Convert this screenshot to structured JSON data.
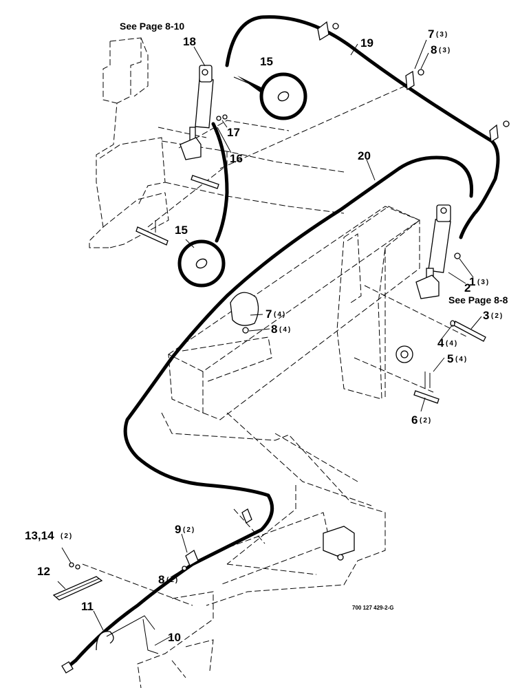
{
  "references": {
    "see_page_8_10": "See Page 8-10",
    "see_page_8_8": "See Page 8-8"
  },
  "figure_number": "700 127 429-2-G",
  "callouts": [
    {
      "id": "c1",
      "number": "1",
      "qty": "(3)"
    },
    {
      "id": "c2",
      "number": "2",
      "qty": ""
    },
    {
      "id": "c3",
      "number": "3",
      "qty": "(2)"
    },
    {
      "id": "c4",
      "number": "4",
      "qty": "(4)"
    },
    {
      "id": "c5",
      "number": "5",
      "qty": "(4)"
    },
    {
      "id": "c6",
      "number": "6",
      "qty": "(2)"
    },
    {
      "id": "c7a",
      "number": "7",
      "qty": "(3)"
    },
    {
      "id": "c7b",
      "number": "7",
      "qty": "(4)"
    },
    {
      "id": "c8a",
      "number": "8",
      "qty": "(3)"
    },
    {
      "id": "c8b",
      "number": "8",
      "qty": "(4)"
    },
    {
      "id": "c8c",
      "number": "8",
      "qty": "(2)"
    },
    {
      "id": "c9",
      "number": "9",
      "qty": "(2)"
    },
    {
      "id": "c10",
      "number": "10",
      "qty": ""
    },
    {
      "id": "c11",
      "number": "11",
      "qty": ""
    },
    {
      "id": "c12",
      "number": "12",
      "qty": ""
    },
    {
      "id": "c13",
      "number": "13,14",
      "qty": "(2)"
    },
    {
      "id": "c15a",
      "number": "15",
      "qty": ""
    },
    {
      "id": "c15b",
      "number": "15",
      "qty": ""
    },
    {
      "id": "c16",
      "number": "16",
      "qty": ""
    },
    {
      "id": "c17",
      "number": "17",
      "qty": ""
    },
    {
      "id": "c18",
      "number": "18",
      "qty": ""
    },
    {
      "id": "c19",
      "number": "19",
      "qty": ""
    },
    {
      "id": "c20",
      "number": "20",
      "qty": ""
    }
  ]
}
